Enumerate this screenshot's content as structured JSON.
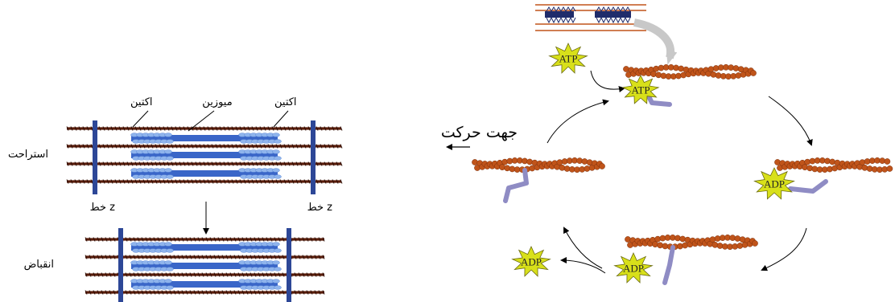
{
  "labels": {
    "actin": "اکتین",
    "myosin": "میوزین",
    "rest": "استراحت",
    "contraction": "انقباض",
    "z_line": "خط z",
    "direction": "جهت حرکت"
  },
  "cycle": {
    "atp": "ATP",
    "adp": "ADP"
  },
  "colors": {
    "actin_bead": "#c0541a",
    "actin_dark": "#5a1d0a",
    "myosin": "#3a66c8",
    "myosin_head": "#8fb4ec",
    "z_line": "#2d4797",
    "star": "#d8e01a",
    "myosin_lever": "#8f8cc4"
  }
}
